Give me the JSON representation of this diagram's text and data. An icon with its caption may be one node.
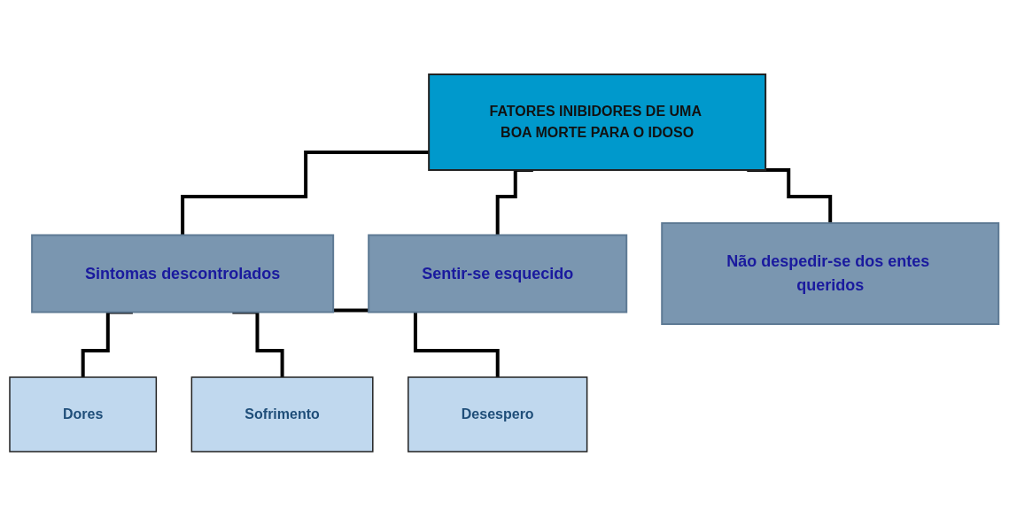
{
  "diagram": {
    "nodes": [
      {
        "text": [
          "FATORES INIBIDORES DE UMA BOA MORTE PARA O IDOSO"
        ]
      },
      {
        "text": [
          "Sintomas descontrolados"
        ]
      },
      {
        "text": [
          "Sentir-se esquecido"
        ]
      },
      {
        "text": [
          "Não despedir-se dos entes queridos"
        ]
      },
      {
        "text": [
          "Dores"
        ]
      },
      {
        "text": [
          "Sofrimento"
        ]
      },
      {
        "text": [
          "Desespero"
        ]
      }
    ],
    "edges": [
      {
        "from": 0,
        "to": 1,
        "arrow": "none"
      },
      {
        "from": 0,
        "to": 2,
        "arrow": "none"
      },
      {
        "from": 0,
        "to": 3,
        "arrow": "none"
      },
      {
        "from": 1,
        "to": 4,
        "arrow": "none"
      },
      {
        "from": 1,
        "to": 5,
        "arrow": "none"
      },
      {
        "from": 1,
        "to": 6,
        "arrow": "none"
      }
    ]
  }
}
